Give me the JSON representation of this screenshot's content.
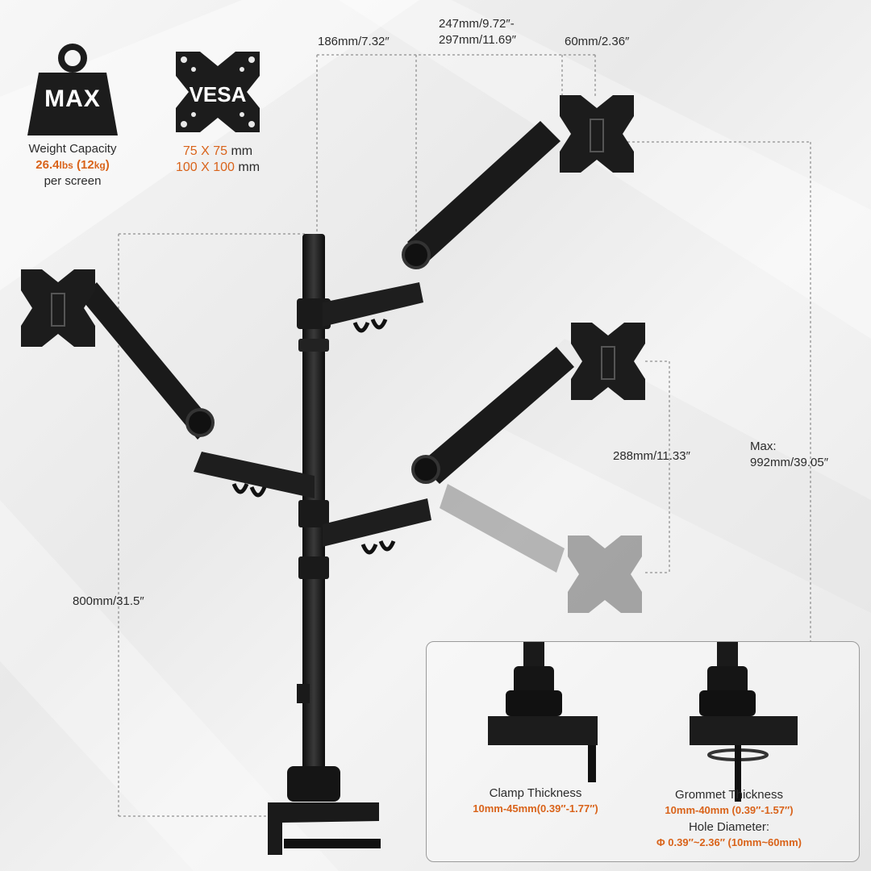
{
  "badges": {
    "max": {
      "label": "MAX"
    },
    "vesa": {
      "label": "VESA"
    }
  },
  "weight": {
    "line1": "Weight Capacity",
    "value_num": "26.4",
    "value_unit1": "lbs",
    "value_paren_open": " (12",
    "value_unit2": "kg",
    "value_paren_close": ")",
    "line3": "per screen"
  },
  "vesa_sizes": {
    "size1": "75 X 75",
    "size2": "100 X 100",
    "unit": "mm"
  },
  "dimensions": {
    "top_left": "186mm/7.32″",
    "top_mid_1": "247mm/9.72″-",
    "top_mid_2": "297mm/11.69″",
    "top_right": "60mm/2.36″",
    "height_pole": "800mm/31.5″",
    "tilt_range": "288mm/11.33″",
    "max_label": "Max:",
    "max_value": "992mm/39.05″"
  },
  "clamp": {
    "title": "Clamp Thickness",
    "value": "10mm-45mm(0.39″-1.77″)"
  },
  "grommet": {
    "title": "Grommet Thickness",
    "value": "10mm-40mm (0.39″-1.57″)",
    "hole_title": "Hole Diameter:",
    "hole_value": "Φ 0.39″~2.36″ (10mm~60mm)"
  },
  "colors": {
    "accent": "#d9631a",
    "metal": "#1c1c1c"
  }
}
